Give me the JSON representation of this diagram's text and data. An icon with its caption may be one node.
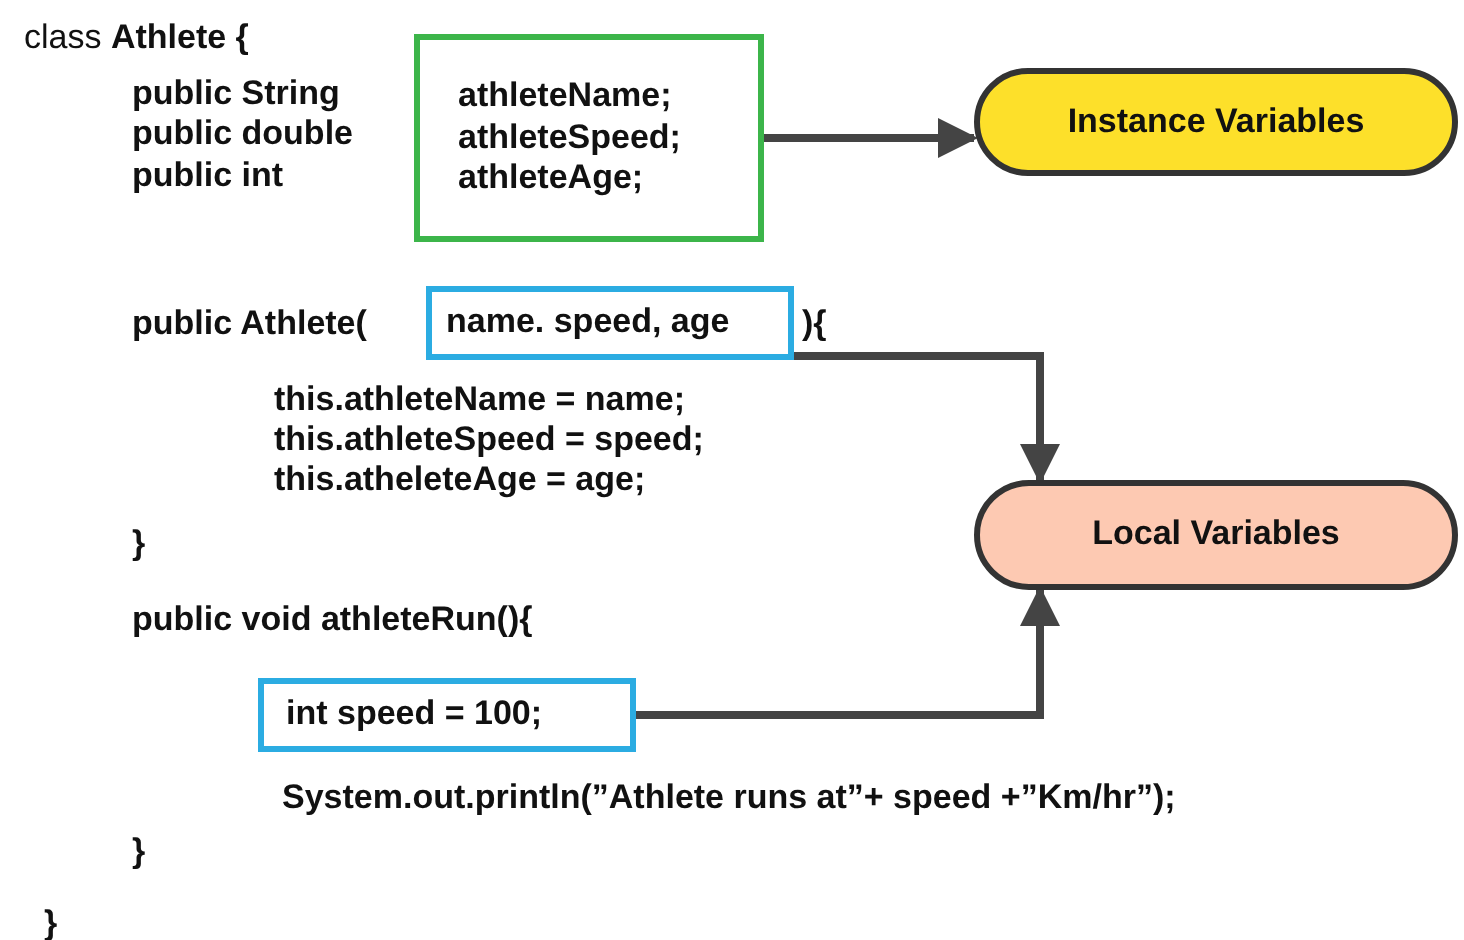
{
  "diagram": {
    "nodes": [
      {
        "text": [
          "athleteName; athleteSpeed; athleteAge;"
        ]
      },
      {
        "text": [
          "Instance Variables"
        ]
      },
      {
        "text": [
          "name. speed, age"
        ]
      },
      {
        "text": [
          "Local Variables"
        ]
      },
      {
        "text": [
          "int speed = 100;"
        ]
      }
    ],
    "edges": [
      {
        "from": 0,
        "to": 1,
        "arrow": "to"
      },
      {
        "from": 2,
        "to": 3,
        "arrow": "to"
      },
      {
        "from": 4,
        "to": 3,
        "arrow": "to"
      }
    ],
    "labels": [
      "class **Athlete {**",
      "public String",
      "public double",
      "public int",
      "public Athlete(",
      "){",
      "this.athleteName = name;",
      "this.athleteSpeed = speed;",
      "this.atheleteAge = age;",
      "}",
      "public void athleteRun(){",
      "System.out.println(”Athlete runs at”+ speed +”Km/hr”);",
      "}",
      "}"
    ]
  }
}
